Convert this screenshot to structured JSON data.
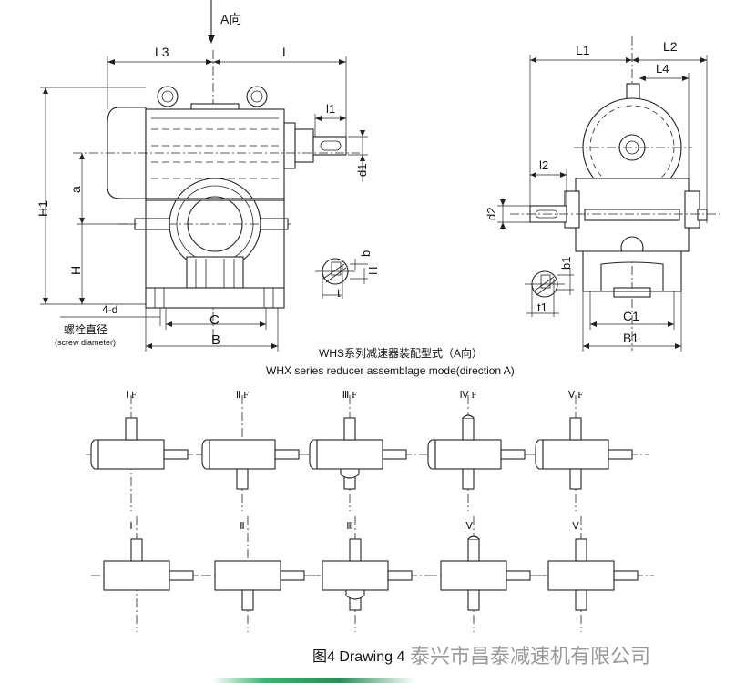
{
  "top_labels": {
    "direction": "A向",
    "L3": "L3",
    "L": "L",
    "l1": "l1",
    "d1": "d1",
    "H1": "H1",
    "a": "a",
    "H": "H",
    "four_d": "4-d",
    "bolt_cn": "螺栓直径",
    "bolt_en": "(screw diameter)",
    "C": "C",
    "B": "B",
    "b": "b",
    "t": "t",
    "H_small": "H",
    "L1": "L1",
    "L2": "L2",
    "L4": "L4",
    "l2": "l2",
    "d2": "d2",
    "b1": "b1",
    "t1": "t1",
    "C1": "C1",
    "B1": "B1"
  },
  "caption_cn": "WHS系列减速器装配型式（A向）",
  "caption_en": "WHX series reducer assemblage mode(direction A)",
  "modes_top": [
    "Ⅰ F",
    "Ⅱ F",
    "Ⅲ F",
    "Ⅳ F",
    "Ⅴ F"
  ],
  "modes_bottom": [
    "Ⅰ",
    "Ⅱ",
    "Ⅲ",
    "Ⅳ",
    "Ⅴ"
  ],
  "drawing_title": "图4  Drawing 4",
  "watermark": "泰兴市昌泰减速机有限公司"
}
